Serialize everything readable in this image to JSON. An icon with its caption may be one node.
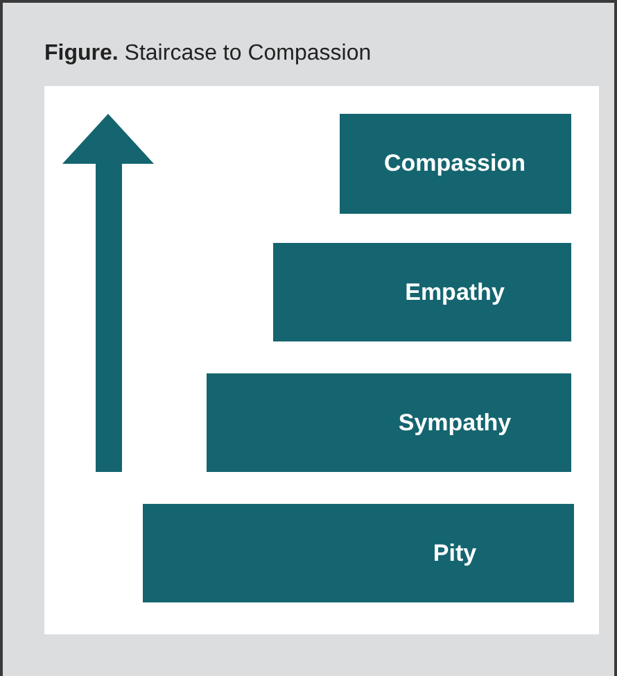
{
  "diagram": {
    "title": "**Figure.** Staircase to Compassion",
    "nodes": [
      {
        "text": [
          "Compassion"
        ]
      },
      {
        "text": [
          "Empathy"
        ]
      },
      {
        "text": [
          "Sympathy"
        ]
      },
      {
        "text": [
          "Pity"
        ]
      }
    ],
    "edges": []
  }
}
